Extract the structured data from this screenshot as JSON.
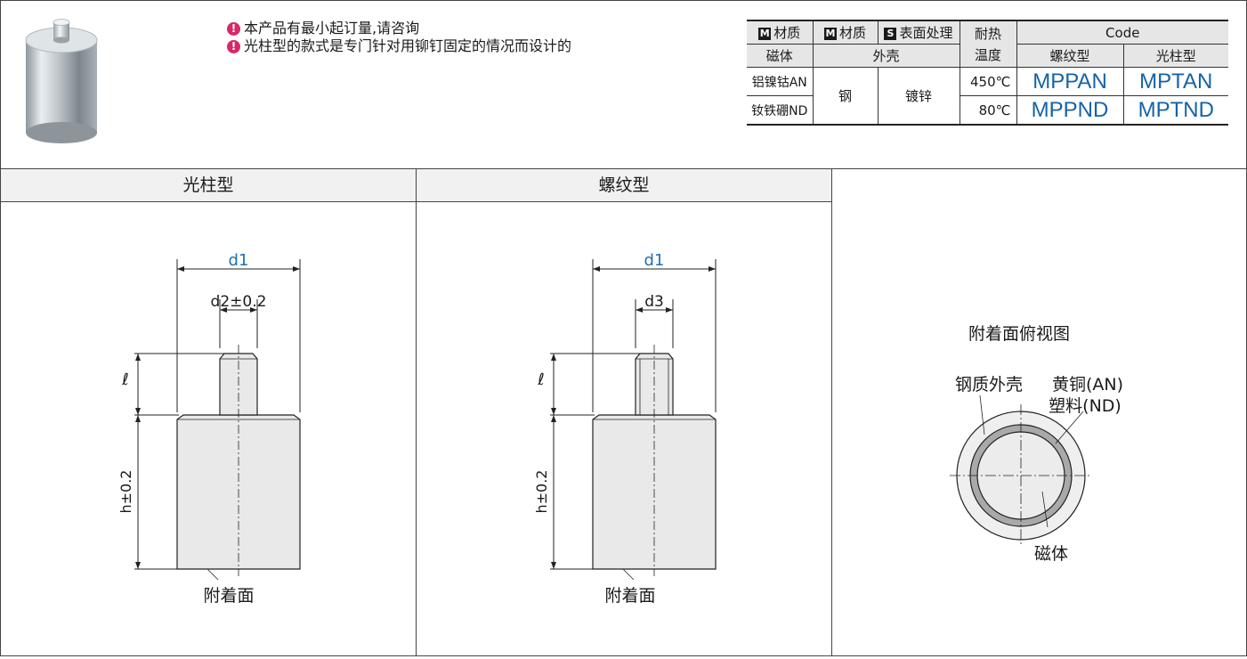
{
  "notes": [
    "本产品有最小起订量,请咨询",
    "光柱型的款式是专门针对用铆钉固定的情况而设计的"
  ],
  "note_icon": "exclamation-icon",
  "spec_table": {
    "h_material_badge": "M",
    "h_material": "材质",
    "h_material2_badge": "M",
    "h_material2": "材质",
    "h_surface_badge": "S",
    "h_surface": "表面处理",
    "h_heat_1": "耐热",
    "h_heat_2": "温度",
    "h_code": "Code",
    "h_magnet": "磁体",
    "h_shell": "外壳",
    "h_thread": "螺纹型",
    "h_plain": "光柱型",
    "rows": [
      {
        "magnet": "铝镍钴AN",
        "temp": "450℃",
        "code_thread": "MPPAN",
        "code_plain": "MPTAN"
      },
      {
        "magnet": "钕铁硼ND",
        "temp": "80℃",
        "code_thread": "MPPND",
        "code_plain": "MPTND"
      }
    ],
    "shell_material": "钢",
    "shell_surface": "镀锌"
  },
  "panels": {
    "plain": {
      "title": "光柱型",
      "d1": "d1",
      "d2": "d2±0.2",
      "l": "ℓ",
      "h": "h±0.2",
      "face": "附着面"
    },
    "thread": {
      "title": "螺纹型",
      "d1": "d1",
      "d3": "d3",
      "l": "ℓ",
      "h": "h±0.2",
      "face": "附着面"
    },
    "top_view": {
      "title": "附着面俯视图",
      "shell": "钢质外壳",
      "ring_1": "黄铜(AN)",
      "ring_2": "塑料(ND)",
      "magnet": "磁体"
    }
  },
  "colors": {
    "code_blue": "#1463a8",
    "dim_blue": "#1f6fb5",
    "alert_pink": "#d6286a",
    "part_fill": "#e9e9e9"
  }
}
